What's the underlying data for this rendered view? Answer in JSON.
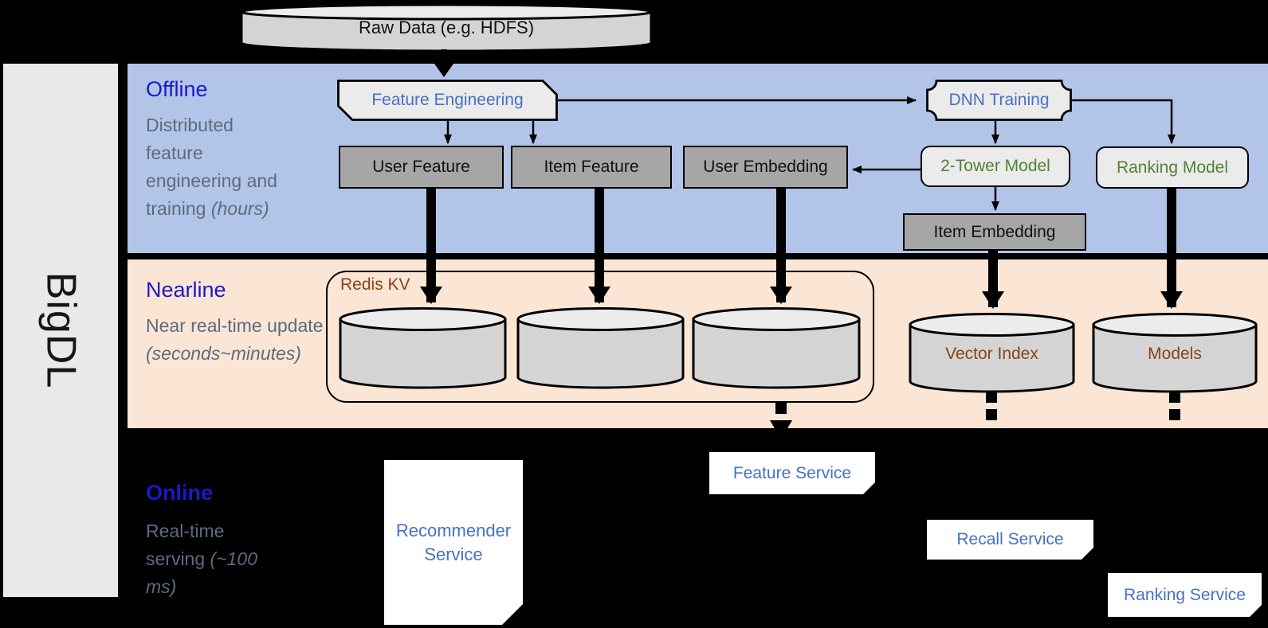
{
  "sidebar": {
    "label": "BigDL"
  },
  "bands": {
    "offline": {
      "label": "Offline",
      "desc": "Distributed feature engineering and training ",
      "desc_italic": "(hours)"
    },
    "nearline": {
      "label": "Nearline",
      "desc": "Near real-time update ",
      "desc_italic": "(seconds~minutes)"
    },
    "online": {
      "label": "Online",
      "desc": "Real-time serving ",
      "desc_italic": "(~100 ms)"
    }
  },
  "nodes": {
    "raw_data": "Raw Data (e.g. HDFS)",
    "feature_engineering": "Feature Engineering",
    "dnn_training": "DNN Training",
    "user_feature": "User Feature",
    "item_feature": "Item Feature",
    "user_embedding": "User Embedding",
    "two_tower_model": "2-Tower Model",
    "ranking_model": "Ranking Model",
    "item_embedding": "Item Embedding",
    "redis_kv": "Redis KV",
    "vector_index": "Vector Index",
    "models": "Models"
  },
  "services": {
    "feature_service": "Feature Service",
    "recommender_service": "Recommender Service",
    "recall_service": "Recall Service",
    "ranking_service": "Ranking Service"
  },
  "colors": {
    "background": "#000000",
    "sidebar_bg": "#e9e9e9",
    "band_offline": "#b2c5e8",
    "band_nearline": "#fbe5d4",
    "box_dark": "#a6a6a6",
    "box_light": "#ebebeb",
    "cylinder_body": "#d4d4d4",
    "cylinder_top": "#ececec",
    "header_blue": "#1a1ac8",
    "desc_gray": "#5d6b7e",
    "label_blue": "#4472c4",
    "label_green": "#538135",
    "label_brown": "#8a4217",
    "service_bg": "#ffffff"
  }
}
